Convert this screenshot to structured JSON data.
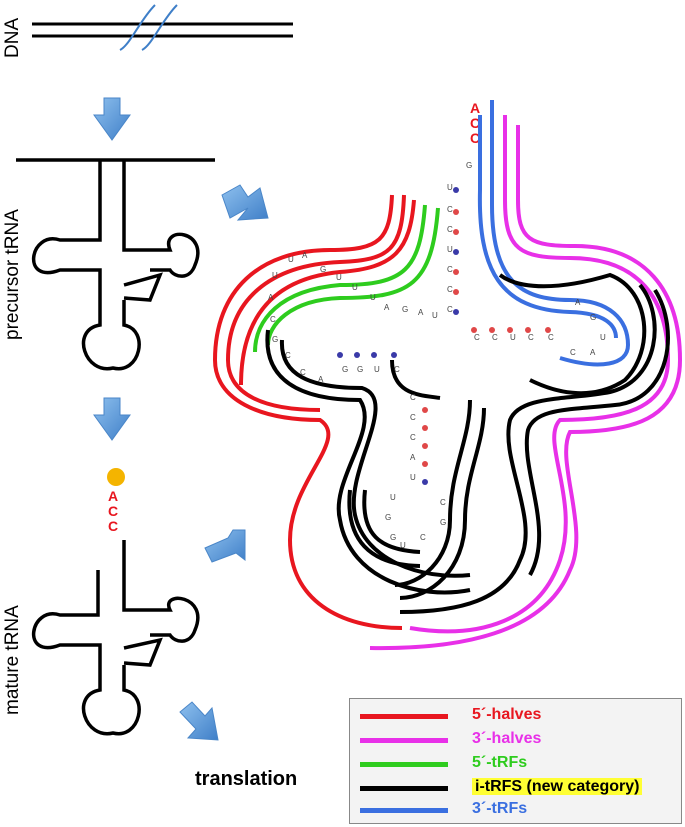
{
  "labels": {
    "dna": "DNA",
    "precursor": "precursor tRNA",
    "mature": "mature tRNA",
    "translation": "translation",
    "acc": [
      "A",
      "C",
      "C"
    ]
  },
  "legend": [
    {
      "label": "5´-halves",
      "color": "#e8161f"
    },
    {
      "label": "3´-halves",
      "color": "#e830e8"
    },
    {
      "label": "5´-tRFs",
      "color": "#2ecc1e"
    },
    {
      "label": "i-tRFS (new category)",
      "color": "#000000",
      "highlight": "#ffff33"
    },
    {
      "label": "3´-tRFs",
      "color": "#3a6fe0"
    }
  ],
  "colors": {
    "arrow": "#5b9bd5",
    "pair_red": "#e04848",
    "pair_blue": "#3a3aa8",
    "ccA": "#e8161f",
    "cap": "#f4b400"
  },
  "nucleotides": [
    "G",
    "U",
    "C",
    "C",
    "U",
    "C",
    "C",
    "C",
    "U",
    "A",
    "G",
    "A",
    "U",
    "U",
    "U",
    "G",
    "A",
    "U",
    "U",
    "A",
    "C",
    "G",
    "C",
    "C",
    "A",
    "G",
    "G",
    "U",
    "C",
    "C",
    "C",
    "C",
    "A",
    "U",
    "U",
    "G",
    "G",
    "U",
    "C",
    "G",
    "C",
    "C",
    "C",
    "U",
    "C",
    "C",
    "C",
    "A",
    "U",
    "G",
    "A"
  ]
}
